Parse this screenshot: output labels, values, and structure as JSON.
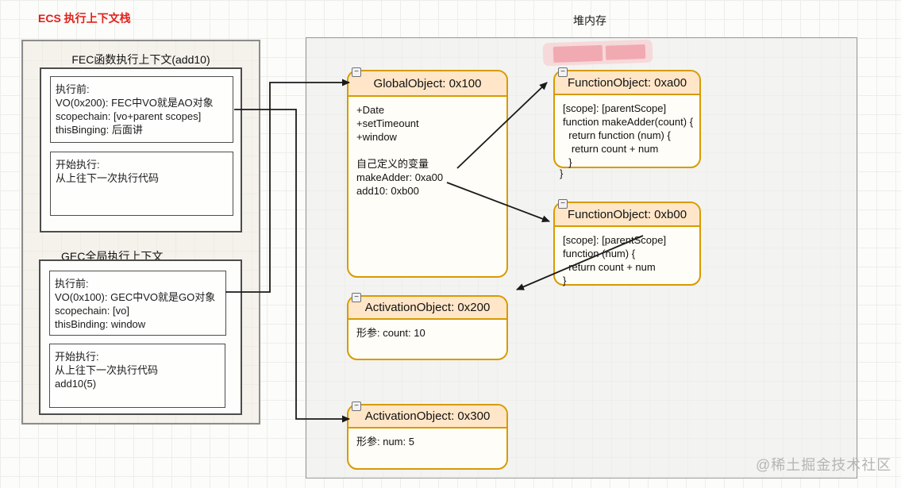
{
  "page": {
    "ecs_title": "ECS 执行上下文栈",
    "heap_title": "堆内存",
    "watermark": "@稀土掘金技术社区"
  },
  "icons": {
    "collapse": "−"
  },
  "colors": {
    "title_red": "#e0211b",
    "object_stroke": "#d79b00",
    "object_header_fill": "#ffe6c8",
    "heap_fill": "#f3f3f1",
    "ecs_fill": "#f5f2ec"
  },
  "ecs": {
    "fec": {
      "title": "FEC函数执行上下文(add10)",
      "before_lines": [
        "执行前:",
        "VO(0x200): FEC中VO就是AO对象",
        "scopechain: [vo+parent scopes]",
        "thisBinging: 后面讲"
      ],
      "exec_lines": [
        "开始执行:",
        "从上往下一次执行代码"
      ]
    },
    "gec": {
      "title": "GEC全局执行上下文",
      "before_lines": [
        "执行前:",
        "VO(0x100): GEC中VO就是GO对象",
        "scopechain: [vo]",
        "thisBinding: window"
      ],
      "exec_lines": [
        "开始执行:",
        "从上往下一次执行代码",
        "add10(5)"
      ]
    }
  },
  "heap": {
    "global": {
      "title": "GlobalObject: 0x100",
      "lines": [
        "+Date",
        "+setTimeount",
        "+window",
        "",
        "自己定义的变量",
        "makeAdder: 0xa00",
        "add10: 0xb00"
      ]
    },
    "fn_a00": {
      "title": "FunctionObject: 0xa00",
      "lines": [
        "[scope]: [parentScope]",
        "function makeAdder(count) {",
        "  return function (num) {",
        "   return count + num",
        "  }"
      ],
      "overflow_brace": "}"
    },
    "fn_b00": {
      "title": "FunctionObject: 0xb00",
      "lines": [
        "[scope]: [parentScope]",
        "function (num) {",
        "  return count + num",
        "}"
      ]
    },
    "ao_200": {
      "title": "ActivationObject: 0x200",
      "lines": [
        "形参: count: 10"
      ]
    },
    "ao_300": {
      "title": "ActivationObject: 0x300",
      "lines": [
        "形参: num: 5"
      ]
    }
  }
}
